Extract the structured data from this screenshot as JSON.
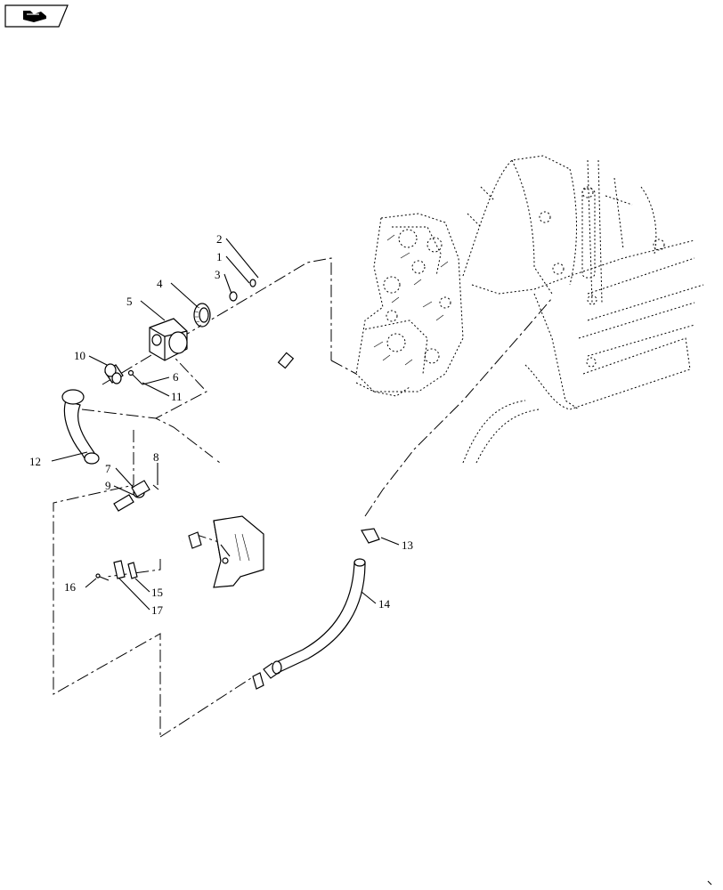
{
  "diagram": {
    "nav_icon": "book-arrow-icon",
    "callouts": [
      "1",
      "2",
      "3",
      "4",
      "5",
      "6",
      "7",
      "8",
      "9",
      "10",
      "11",
      "12",
      "13",
      "14",
      "15",
      "16",
      "17"
    ]
  }
}
